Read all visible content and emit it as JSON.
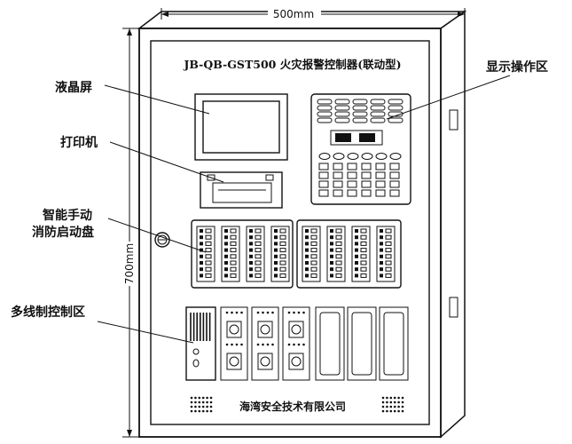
{
  "panel": {
    "title": "JB-QB-GST500 火灾报警控制器(联动型)",
    "company": "海湾安全技术有限公司",
    "width_label": "500mm",
    "height_label": "700mm"
  },
  "labels": {
    "lcd": "液晶屏",
    "printer": "打印机",
    "manual_line1": "智能手动",
    "manual_line2": "消防启动盘",
    "multiline": "多线制控制区",
    "display": "显示操作区"
  }
}
